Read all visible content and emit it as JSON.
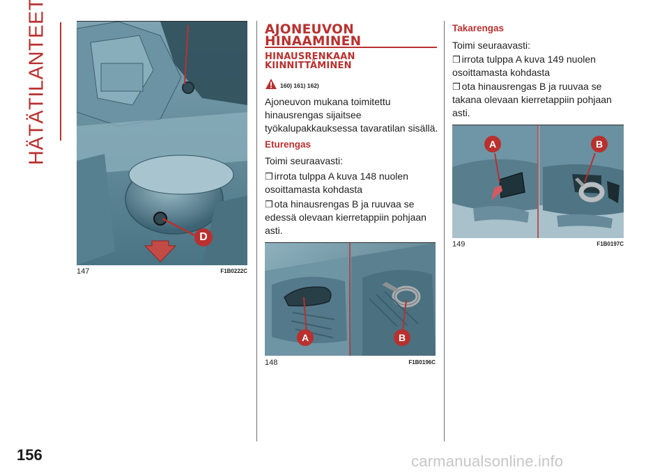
{
  "side_title": "HÄTÄTILANTEET",
  "page_number": "156",
  "watermark": "carmanualsonline.info",
  "colors": {
    "accent": "#b8312f",
    "figure_bg": "#5f8898"
  },
  "figures": {
    "f147": {
      "number": "147",
      "code": "F1B0222C",
      "labels": [
        "D"
      ]
    },
    "f148": {
      "number": "148",
      "code": "F1B0196C",
      "labels": [
        "A",
        "B"
      ]
    },
    "f149": {
      "number": "149",
      "code": "F1B0197C",
      "labels": [
        "A",
        "B"
      ]
    }
  },
  "section": {
    "title_line1": "AJONEUVON",
    "title_line2": "HINAAMINEN",
    "subtitle_line1": "HINAUSRENKAAN",
    "subtitle_line2": "KIINNITTÄMINEN",
    "warning_icon": "warning-triangle-icon",
    "warning_refs": "160) 161) 162)",
    "intro": "Ajoneuvon mukana toimitettu hinausrengas sijaitsee työkalupakkauksessa tavaratilan sisällä."
  },
  "front": {
    "heading": "Eturengas",
    "lead": "Toimi seuraavasti:",
    "bullet_glyph": "❒",
    "steps": [
      "irrota tulppa A kuva 148 nuolen osoittamasta kohdasta",
      "ota hinausrengas B ja ruuvaa se edessä olevaan kierretappiin pohjaan asti."
    ]
  },
  "rear": {
    "heading": "Takarengas",
    "lead": "Toimi seuraavasti:",
    "bullet_glyph": "❒",
    "steps": [
      "irrota tulppa A kuva 149 nuolen osoittamasta kohdasta",
      "ota hinausrengas B ja ruuvaa se takana olevaan kierretappiin pohjaan asti."
    ]
  }
}
